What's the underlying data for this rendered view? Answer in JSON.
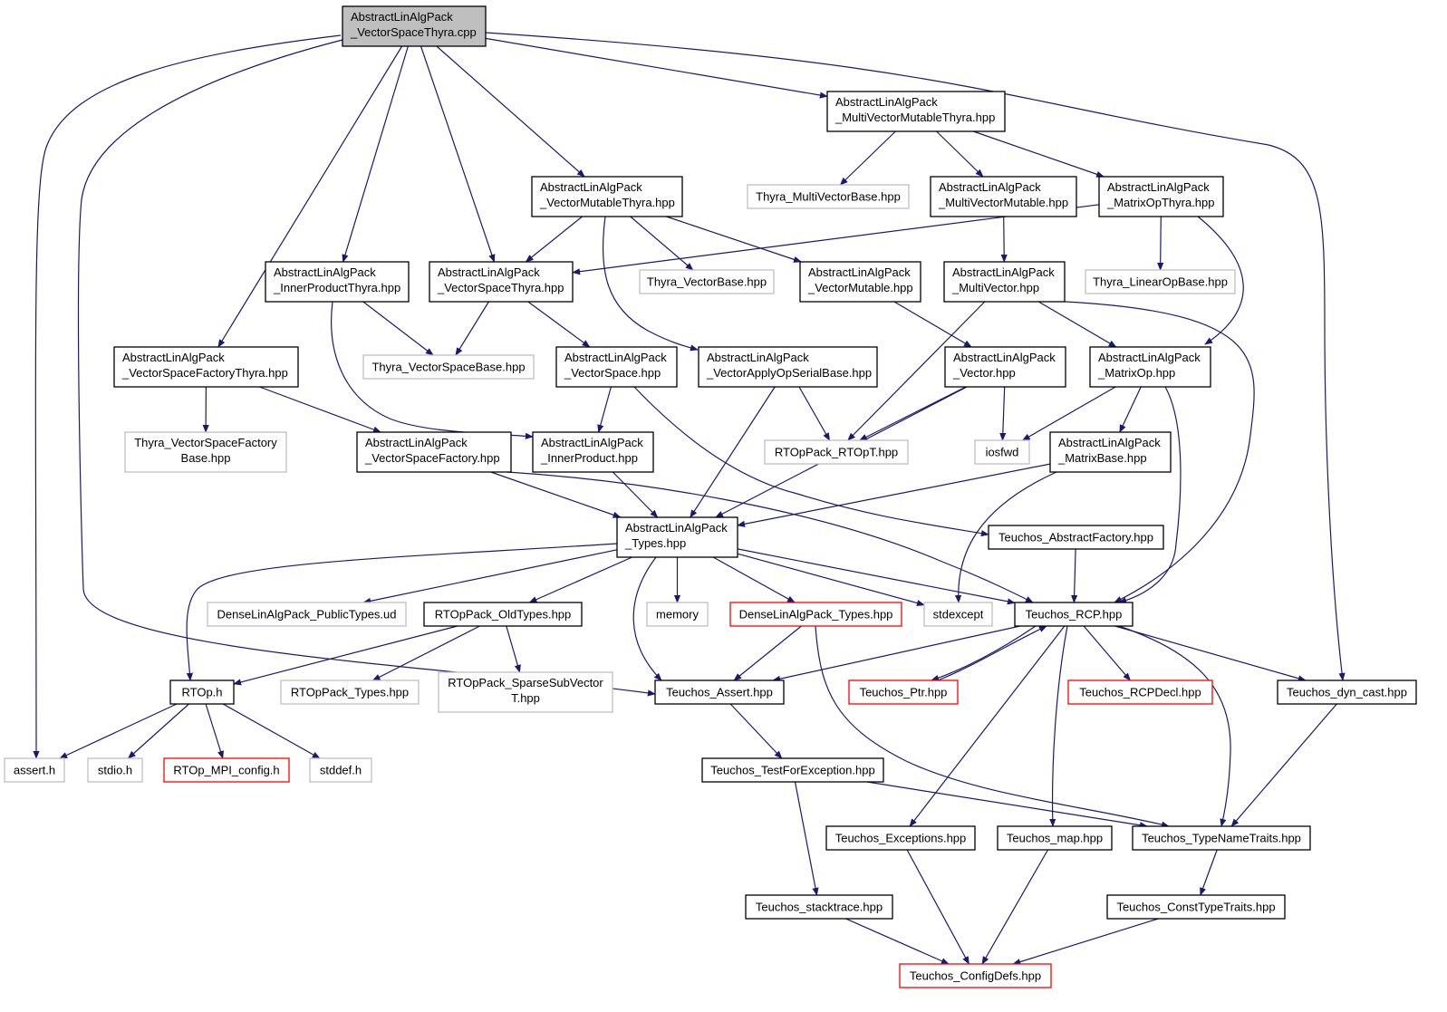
{
  "nodes": [
    {
      "id": "root",
      "lines": [
        "AbstractLinAlgPack",
        "_VectorSpaceThyra.cpp"
      ],
      "style": "root"
    },
    {
      "id": "mvmt",
      "lines": [
        "AbstractLinAlgPack",
        "_MultiVectorMutableThyra.hpp"
      ],
      "style": "normal"
    },
    {
      "id": "vmt",
      "lines": [
        "AbstractLinAlgPack",
        "_VectorMutableThyra.hpp"
      ],
      "style": "normal"
    },
    {
      "id": "tmvb",
      "lines": [
        "Thyra_MultiVectorBase.hpp"
      ],
      "style": "external"
    },
    {
      "id": "mvm",
      "lines": [
        "AbstractLinAlgPack",
        "_MultiVectorMutable.hpp"
      ],
      "style": "normal"
    },
    {
      "id": "mot",
      "lines": [
        "AbstractLinAlgPack",
        "_MatrixOpThyra.hpp"
      ],
      "style": "normal"
    },
    {
      "id": "ipt",
      "lines": [
        "AbstractLinAlgPack",
        "_InnerProductThyra.hpp"
      ],
      "style": "normal"
    },
    {
      "id": "vst",
      "lines": [
        "AbstractLinAlgPack",
        "_VectorSpaceThyra.hpp"
      ],
      "style": "normal"
    },
    {
      "id": "tvb",
      "lines": [
        "Thyra_VectorBase.hpp"
      ],
      "style": "external"
    },
    {
      "id": "vm",
      "lines": [
        "AbstractLinAlgPack",
        "_VectorMutable.hpp"
      ],
      "style": "normal"
    },
    {
      "id": "mv",
      "lines": [
        "AbstractLinAlgPack",
        "_MultiVector.hpp"
      ],
      "style": "normal"
    },
    {
      "id": "tlob",
      "lines": [
        "Thyra_LinearOpBase.hpp"
      ],
      "style": "external"
    },
    {
      "id": "vsft",
      "lines": [
        "AbstractLinAlgPack",
        "_VectorSpaceFactoryThyra.hpp"
      ],
      "style": "normal"
    },
    {
      "id": "tvsb",
      "lines": [
        "Thyra_VectorSpaceBase.hpp"
      ],
      "style": "external"
    },
    {
      "id": "vs",
      "lines": [
        "AbstractLinAlgPack",
        "_VectorSpace.hpp"
      ],
      "style": "normal"
    },
    {
      "id": "vaosb",
      "lines": [
        "AbstractLinAlgPack",
        "_VectorApplyOpSerialBase.hpp"
      ],
      "style": "normal"
    },
    {
      "id": "vec",
      "lines": [
        "AbstractLinAlgPack",
        "_Vector.hpp"
      ],
      "style": "normal"
    },
    {
      "id": "mo",
      "lines": [
        "AbstractLinAlgPack",
        "_MatrixOp.hpp"
      ],
      "style": "normal"
    },
    {
      "id": "tvsfb",
      "lines": [
        "Thyra_VectorSpaceFactory",
        "Base.hpp"
      ],
      "style": "external"
    },
    {
      "id": "vsf",
      "lines": [
        "AbstractLinAlgPack",
        "_VectorSpaceFactory.hpp"
      ],
      "style": "normal"
    },
    {
      "id": "ip",
      "lines": [
        "AbstractLinAlgPack",
        "_InnerProduct.hpp"
      ],
      "style": "normal"
    },
    {
      "id": "rtopt",
      "lines": [
        "RTOpPack_RTOpT.hpp"
      ],
      "style": "external"
    },
    {
      "id": "iosfwd",
      "lines": [
        "iosfwd"
      ],
      "style": "external"
    },
    {
      "id": "mb",
      "lines": [
        "AbstractLinAlgPack",
        "_MatrixBase.hpp"
      ],
      "style": "normal"
    },
    {
      "id": "types",
      "lines": [
        "AbstractLinAlgPack",
        "_Types.hpp"
      ],
      "style": "normal"
    },
    {
      "id": "taf",
      "lines": [
        "Teuchos_AbstractFactory.hpp"
      ],
      "style": "normal"
    },
    {
      "id": "dlapt",
      "lines": [
        "DenseLinAlgPack_PublicTypes.ud"
      ],
      "style": "external"
    },
    {
      "id": "rtopold",
      "lines": [
        "RTOpPack_OldTypes.hpp"
      ],
      "style": "normal"
    },
    {
      "id": "memory",
      "lines": [
        "memory"
      ],
      "style": "external"
    },
    {
      "id": "dlatypes",
      "lines": [
        "DenseLinAlgPack_Types.hpp"
      ],
      "style": "red"
    },
    {
      "id": "stdexcept",
      "lines": [
        "stdexcept"
      ],
      "style": "external"
    },
    {
      "id": "rcp",
      "lines": [
        "Teuchos_RCP.hpp"
      ],
      "style": "normal"
    },
    {
      "id": "rtoph",
      "lines": [
        "RTOp.h"
      ],
      "style": "normal"
    },
    {
      "id": "rtoptypes",
      "lines": [
        "RTOpPack_Types.hpp"
      ],
      "style": "external"
    },
    {
      "id": "rtopssv",
      "lines": [
        "RTOpPack_SparseSubVector",
        "T.hpp"
      ],
      "style": "external"
    },
    {
      "id": "assert",
      "lines": [
        "Teuchos_Assert.hpp"
      ],
      "style": "normal"
    },
    {
      "id": "ptr",
      "lines": [
        "Teuchos_Ptr.hpp"
      ],
      "style": "red"
    },
    {
      "id": "rcpdecl",
      "lines": [
        "Teuchos_RCPDecl.hpp"
      ],
      "style": "red"
    },
    {
      "id": "dyncast",
      "lines": [
        "Teuchos_dyn_cast.hpp"
      ],
      "style": "normal"
    },
    {
      "id": "asserth",
      "lines": [
        "assert.h"
      ],
      "style": "external"
    },
    {
      "id": "stdioh",
      "lines": [
        "stdio.h"
      ],
      "style": "external"
    },
    {
      "id": "mpiconf",
      "lines": [
        "RTOp_MPI_config.h"
      ],
      "style": "red"
    },
    {
      "id": "stddefh",
      "lines": [
        "stddef.h"
      ],
      "style": "external"
    },
    {
      "id": "tfe",
      "lines": [
        "Teuchos_TestForException.hpp"
      ],
      "style": "normal"
    },
    {
      "id": "exc",
      "lines": [
        "Teuchos_Exceptions.hpp"
      ],
      "style": "normal"
    },
    {
      "id": "tmap",
      "lines": [
        "Teuchos_map.hpp"
      ],
      "style": "normal"
    },
    {
      "id": "tnt",
      "lines": [
        "Teuchos_TypeNameTraits.hpp"
      ],
      "style": "normal"
    },
    {
      "id": "stack",
      "lines": [
        "Teuchos_stacktrace.hpp"
      ],
      "style": "normal"
    },
    {
      "id": "ctt",
      "lines": [
        "Teuchos_ConstTypeTraits.hpp"
      ],
      "style": "normal"
    },
    {
      "id": "cfg",
      "lines": [
        "Teuchos_ConfigDefs.hpp"
      ],
      "style": "red"
    }
  ],
  "edges": [
    [
      "root",
      "mvmt"
    ],
    [
      "root",
      "vmt"
    ],
    [
      "root",
      "ipt"
    ],
    [
      "root",
      "vst"
    ],
    [
      "root",
      "vsft"
    ],
    [
      "root",
      "asserth"
    ],
    [
      "root",
      "assert"
    ],
    [
      "root",
      "dyncast"
    ],
    [
      "mvmt",
      "tmvb"
    ],
    [
      "mvmt",
      "mvm"
    ],
    [
      "mvmt",
      "mot"
    ],
    [
      "vmt",
      "vst"
    ],
    [
      "vmt",
      "tvb"
    ],
    [
      "vmt",
      "vm"
    ],
    [
      "vmt",
      "vaosb"
    ],
    [
      "mot",
      "vst"
    ],
    [
      "mot",
      "tlob"
    ],
    [
      "mot",
      "mo"
    ],
    [
      "mvm",
      "mv"
    ],
    [
      "ipt",
      "tvsb"
    ],
    [
      "ipt",
      "ip"
    ],
    [
      "vst",
      "tvsb"
    ],
    [
      "vst",
      "vs"
    ],
    [
      "vm",
      "vec"
    ],
    [
      "mv",
      "rtopt"
    ],
    [
      "mv",
      "mo"
    ],
    [
      "mv",
      "rcp"
    ],
    [
      "vsft",
      "tvsfb"
    ],
    [
      "vsft",
      "vsf"
    ],
    [
      "vs",
      "ip"
    ],
    [
      "vs",
      "taf"
    ],
    [
      "vaosb",
      "rtopt"
    ],
    [
      "vaosb",
      "types"
    ],
    [
      "vec",
      "rtopt"
    ],
    [
      "vec",
      "iosfwd"
    ],
    [
      "vec",
      "types"
    ],
    [
      "mo",
      "iosfwd"
    ],
    [
      "mo",
      "mb"
    ],
    [
      "mo",
      "rcp"
    ],
    [
      "vsf",
      "types"
    ],
    [
      "vsf",
      "rcp"
    ],
    [
      "ip",
      "types"
    ],
    [
      "mb",
      "types"
    ],
    [
      "mb",
      "stdexcept"
    ],
    [
      "taf",
      "rcp"
    ],
    [
      "types",
      "rtoph"
    ],
    [
      "types",
      "dlapt"
    ],
    [
      "types",
      "rtopold"
    ],
    [
      "types",
      "memory"
    ],
    [
      "types",
      "dlatypes"
    ],
    [
      "types",
      "stdexcept"
    ],
    [
      "types",
      "rcp"
    ],
    [
      "types",
      "assert"
    ],
    [
      "rtopold",
      "rtoph"
    ],
    [
      "rtopold",
      "rtoptypes"
    ],
    [
      "rtopold",
      "rtopssv"
    ],
    [
      "dlatypes",
      "assert"
    ],
    [
      "dlatypes",
      "tnt"
    ],
    [
      "rcp",
      "assert"
    ],
    [
      "rcp",
      "ptr"
    ],
    [
      "rcp",
      "rcpdecl"
    ],
    [
      "rcp",
      "dyncast"
    ],
    [
      "rcp",
      "exc"
    ],
    [
      "rcp",
      "tmap"
    ],
    [
      "rcp",
      "tnt"
    ],
    [
      "ptr",
      "rcp"
    ],
    [
      "rtoph",
      "asserth"
    ],
    [
      "rtoph",
      "stdioh"
    ],
    [
      "rtoph",
      "mpiconf"
    ],
    [
      "rtoph",
      "stddefh"
    ],
    [
      "assert",
      "tfe"
    ],
    [
      "dyncast",
      "tnt"
    ],
    [
      "tfe",
      "stack"
    ],
    [
      "tfe",
      "tnt"
    ],
    [
      "exc",
      "cfg"
    ],
    [
      "tmap",
      "cfg"
    ],
    [
      "tnt",
      "ctt"
    ],
    [
      "stack",
      "cfg"
    ],
    [
      "ctt",
      "cfg"
    ]
  ],
  "colors": {
    "edge": "#191970",
    "normal_border": "#000000",
    "external_border": "#bfbfbf",
    "red_border": "#ff0000",
    "root_fill": "#bfbfbf"
  }
}
